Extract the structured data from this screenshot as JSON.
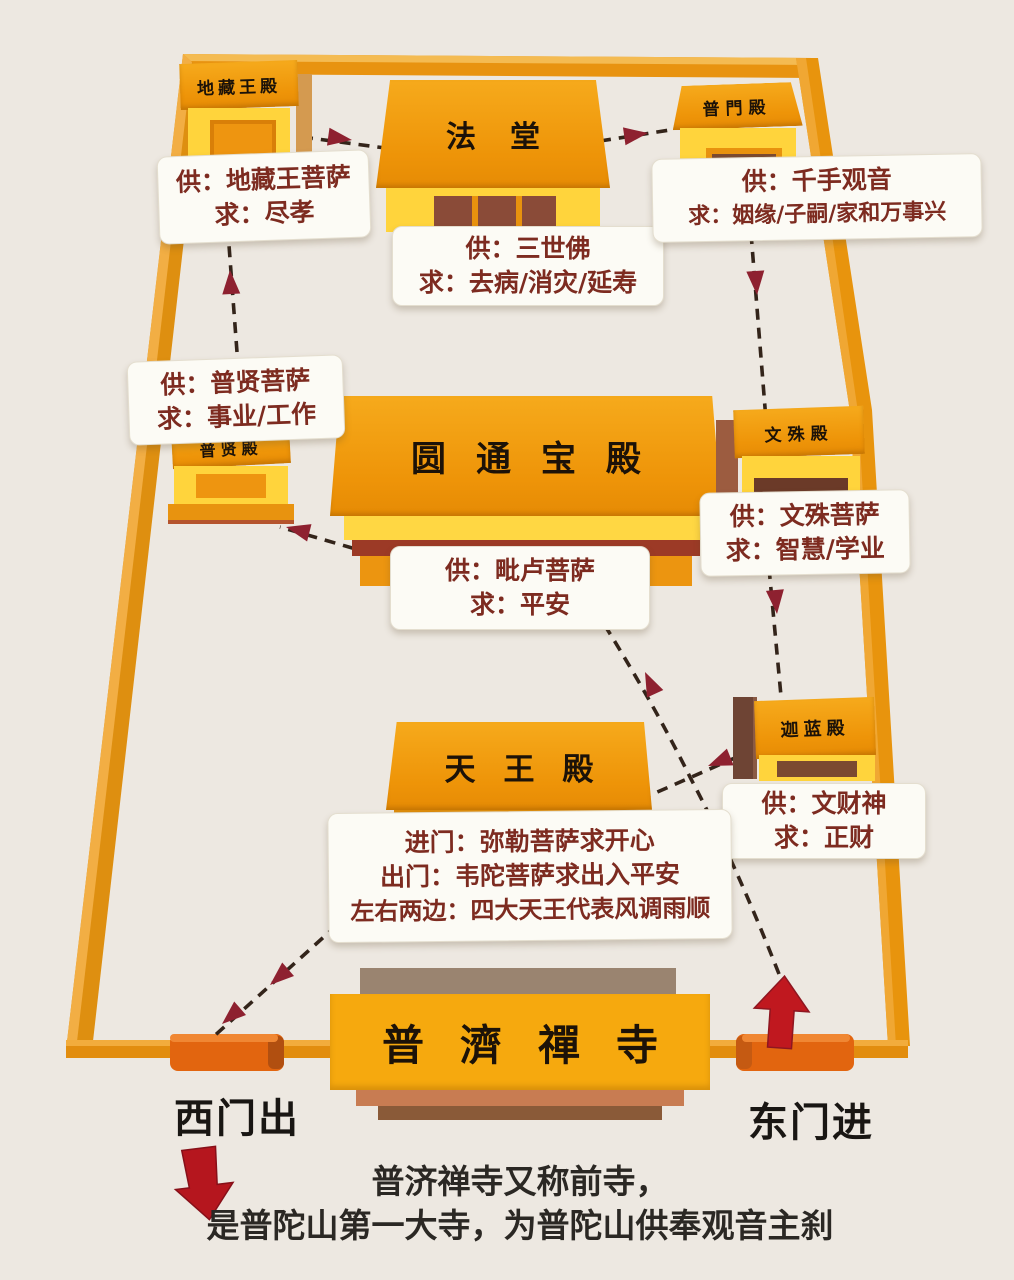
{
  "halls": {
    "dizang": {
      "name": "地藏王殿",
      "worship": "供：地藏王菩萨",
      "pray": "求：尽孝"
    },
    "fatang": {
      "name": "法堂",
      "worship": "供：三世佛",
      "pray": "求：去病/消灾/延寿"
    },
    "pumen": {
      "name": "普門殿",
      "worship": "供：千手观音",
      "pray": "求：姻缘/子嗣/家和万事兴"
    },
    "puxian": {
      "name": "普贤殿",
      "worship": "供：普贤菩萨",
      "pray": "求：事业/工作"
    },
    "yuantong": {
      "name": "圆通宝殿",
      "worship": "供：毗卢菩萨",
      "pray": "求：平安"
    },
    "wenshu": {
      "name": "文殊殿",
      "worship": "供：文殊菩萨",
      "pray": "求：智慧/学业"
    },
    "qielan": {
      "name": "迦蓝殿",
      "worship": "供：文财神",
      "pray": "求：正财"
    },
    "tianwang": {
      "name": "天王殿",
      "lines": [
        "进门：弥勒菩萨求开心",
        "出门：韦陀菩萨求出入平安",
        "左右两边：四大天王代表风调雨顺"
      ]
    },
    "puji": {
      "name": "普濟禪寺"
    }
  },
  "gates": {
    "west": "西门出",
    "east": "东门进"
  },
  "caption": {
    "line1": "普济禅寺又称前寺，",
    "line2": "是普陀山第一大寺，为普陀山供奉观音主刹"
  },
  "route_order": [
    "东门进",
    "圆通宝殿",
    "普贤殿",
    "地藏王殿",
    "法堂",
    "普門殿",
    "文殊殿",
    "迦蓝殿",
    "天王殿",
    "西门出"
  ],
  "colors": {
    "background": "#EDE8E1",
    "wall": "#E89310",
    "roof_orange": "#EE9408",
    "face_yellow": "#FFD43C",
    "gate_orange": "#E2650F",
    "note_text": "#7D2B20",
    "route_dash": "#33241A",
    "arrow_red": "#C0181F",
    "arrowhead_maroon": "#8E2130"
  }
}
